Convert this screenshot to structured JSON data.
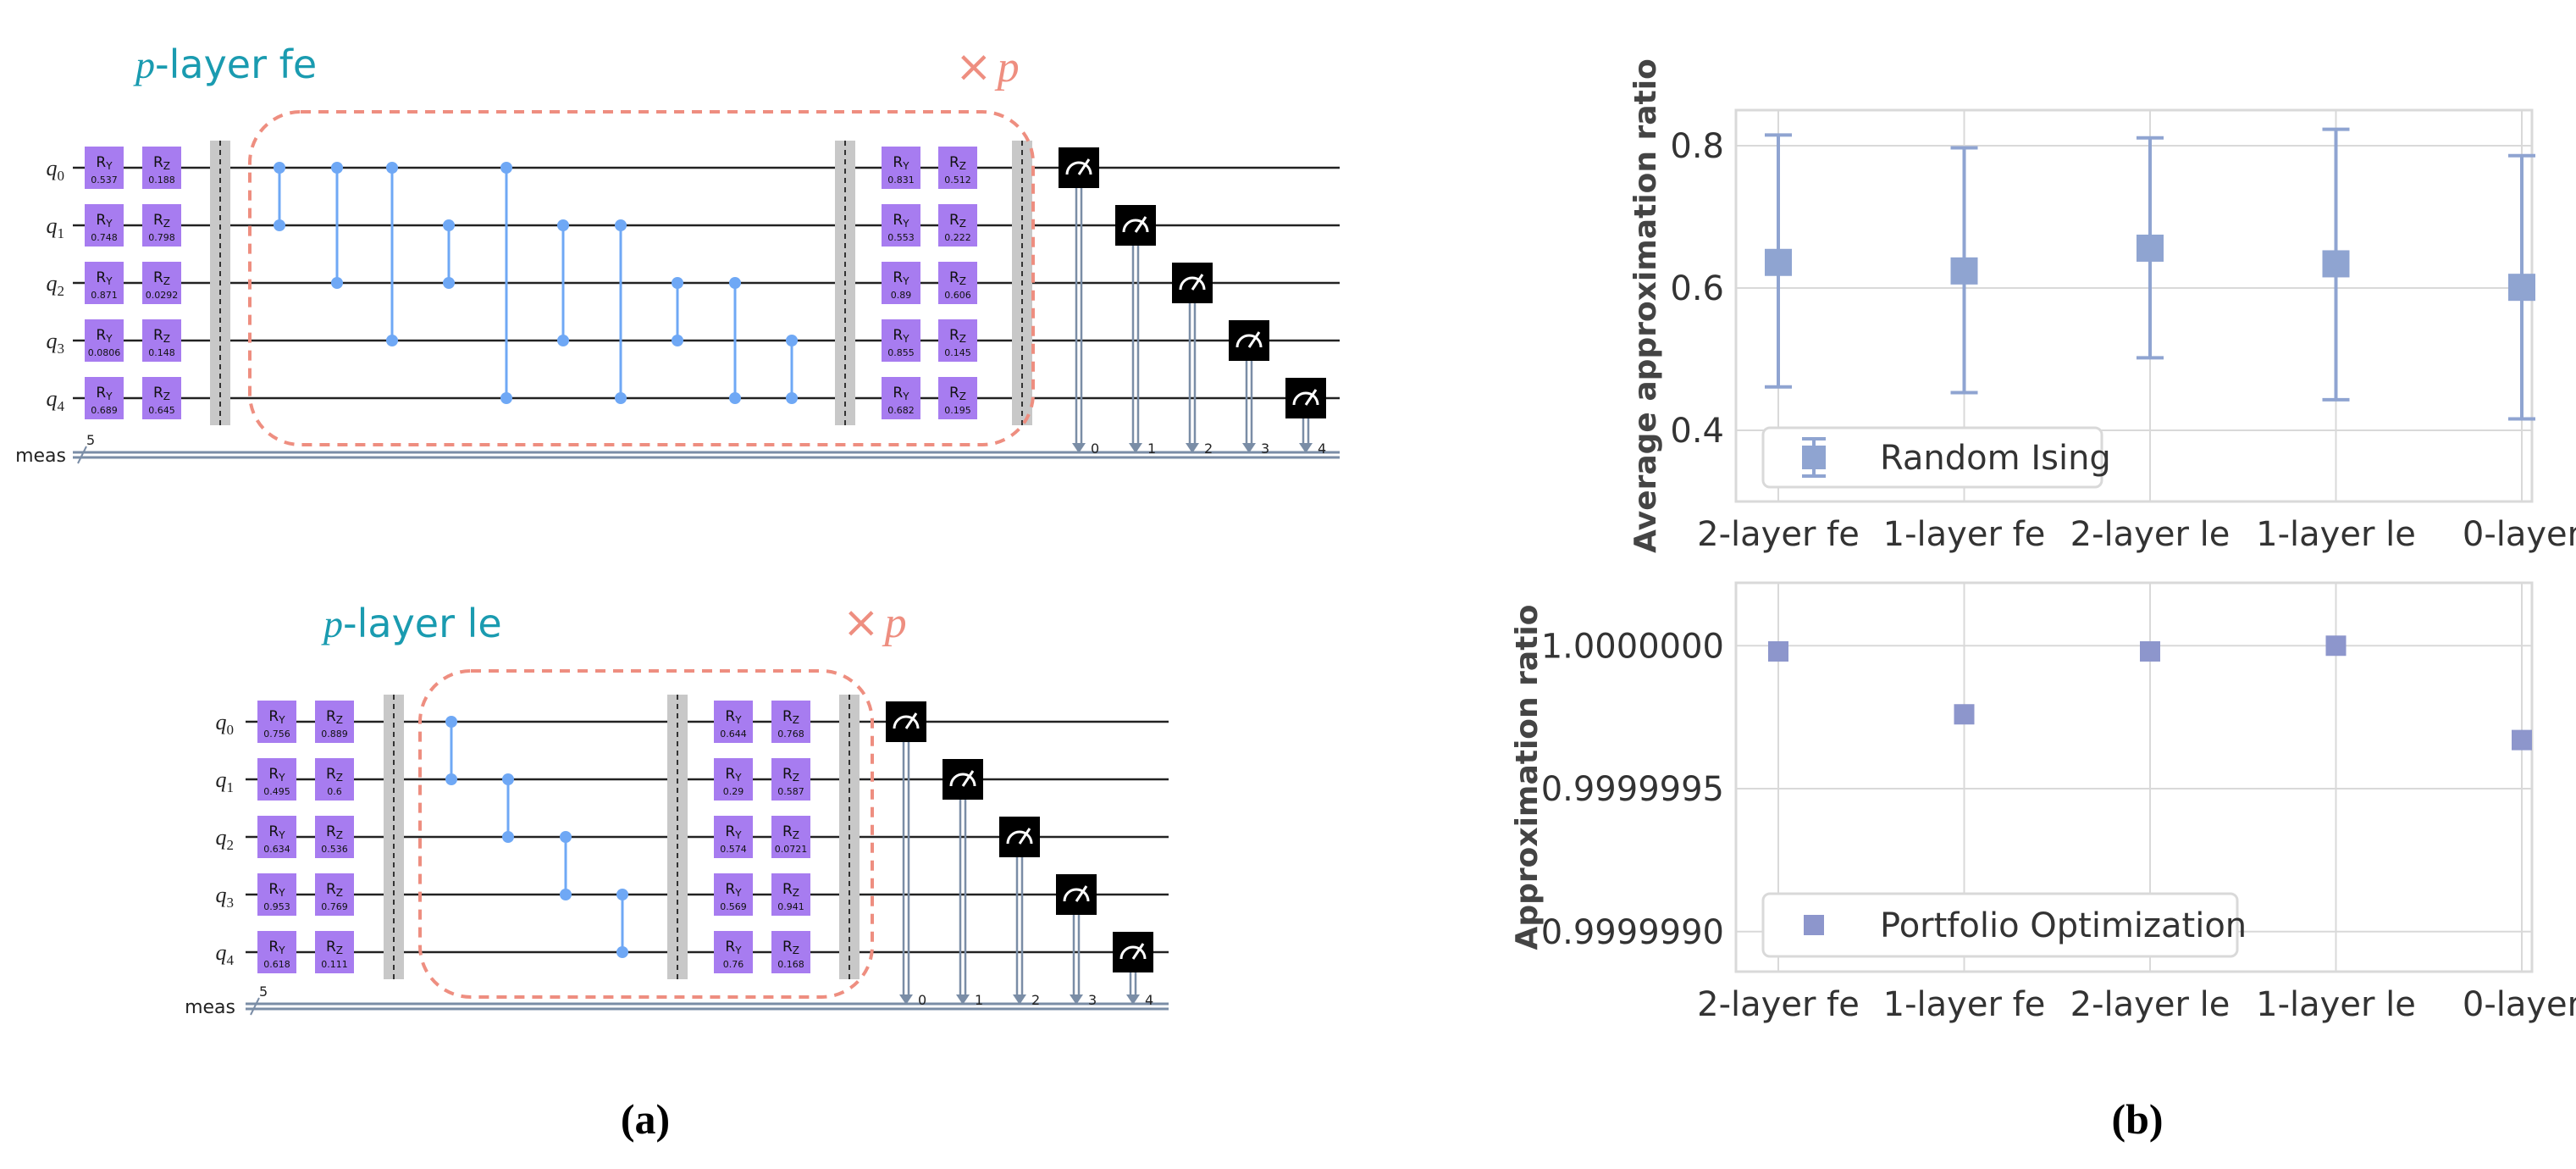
{
  "colors": {
    "teal": "#1a9bb0",
    "salmon": "#ee8e80",
    "gate": "#a77cf0",
    "control": "#6fa8f5",
    "marker_top": "#8fa4d1",
    "marker_bottom": "#8d96cc",
    "grid": "#d9d9d9",
    "wire": "#222222",
    "classical": "#7a8da6",
    "barrier": "#c8c8c8"
  },
  "panel_a": {
    "label": "(a)",
    "circuits": [
      {
        "title_p": "p",
        "title_rest": "-layer  fe",
        "repeat_times": "×",
        "repeat_p": "p",
        "qubit_labels": [
          "q",
          "q",
          "q",
          "q",
          "q"
        ],
        "qubit_subs": [
          "0",
          "1",
          "2",
          "3",
          "4"
        ],
        "meas_label": "meas",
        "meas_count": "5",
        "gate_ry": "R",
        "gate_ry_sub": "Y",
        "gate_rz": "R",
        "gate_rz_sub": "Z",
        "ry_in": [
          "0.537",
          "0.748",
          "0.871",
          "0.0806",
          "0.689"
        ],
        "rz_in": [
          "0.188",
          "0.798",
          "0.0292",
          "0.148",
          "0.645"
        ],
        "ry_out": [
          "0.831",
          "0.553",
          "0.89",
          "0.855",
          "0.682"
        ],
        "rz_out": [
          "0.512",
          "0.222",
          "0.606",
          "0.145",
          "0.195"
        ],
        "meas_indices": [
          "0",
          "1",
          "2",
          "3",
          "4"
        ],
        "cz_pairs": [
          [
            0,
            1
          ],
          [
            0,
            2
          ],
          [
            0,
            3
          ],
          [
            1,
            2
          ],
          [
            0,
            4
          ],
          [
            1,
            3
          ],
          [
            1,
            4
          ],
          [
            2,
            3
          ],
          [
            2,
            4
          ],
          [
            3,
            4
          ]
        ]
      },
      {
        "title_p": "p",
        "title_rest": "-layer  le",
        "repeat_times": "×",
        "repeat_p": "p",
        "qubit_labels": [
          "q",
          "q",
          "q",
          "q",
          "q"
        ],
        "qubit_subs": [
          "0",
          "1",
          "2",
          "3",
          "4"
        ],
        "meas_label": "meas",
        "meas_count": "5",
        "gate_ry": "R",
        "gate_ry_sub": "Y",
        "gate_rz": "R",
        "gate_rz_sub": "Z",
        "ry_in": [
          "0.756",
          "0.495",
          "0.634",
          "0.953",
          "0.618"
        ],
        "rz_in": [
          "0.889",
          "0.6",
          "0.536",
          "0.769",
          "0.111"
        ],
        "ry_out": [
          "0.644",
          "0.29",
          "0.574",
          "0.569",
          "0.76"
        ],
        "rz_out": [
          "0.768",
          "0.587",
          "0.0721",
          "0.941",
          "0.168"
        ],
        "meas_indices": [
          "0",
          "1",
          "2",
          "3",
          "4"
        ],
        "cz_pairs": [
          [
            0,
            1
          ],
          [
            1,
            2
          ],
          [
            2,
            3
          ],
          [
            3,
            4
          ]
        ]
      }
    ]
  },
  "panel_b": {
    "label": "(b)"
  },
  "chart_data": [
    {
      "type": "scatter",
      "error_bars": true,
      "ylabel": "Average approximation ratio",
      "categories": [
        "2-layer fe",
        "1-layer fe",
        "2-layer le",
        "1-layer le",
        "0-layer"
      ],
      "yticks": [
        "0.4",
        "0.6",
        "0.8"
      ],
      "ylim": [
        0.3,
        0.85
      ],
      "grid": true,
      "legend_position": "bottom-left",
      "series": [
        {
          "name": "Random Ising",
          "values": [
            0.636,
            0.624,
            0.656,
            0.634,
            0.601
          ],
          "err_low": [
            0.461,
            0.453,
            0.502,
            0.443,
            0.416
          ],
          "err_high": [
            0.815,
            0.797,
            0.811,
            0.823,
            0.786
          ]
        }
      ]
    },
    {
      "type": "scatter",
      "ylabel": "Approximation ratio",
      "categories": [
        "2-layer fe",
        "1-layer fe",
        "2-layer le",
        "1-layer le",
        "0-layer"
      ],
      "yticks": [
        "0.9999990",
        "0.9999995",
        "1.0000000"
      ],
      "ylim": [
        0.99999886,
        1.00000022
      ],
      "grid": true,
      "legend_position": "bottom-left",
      "series": [
        {
          "name": "Portfolio Optimization",
          "values": [
            0.99999998,
            0.99999976,
            0.99999998,
            1.0,
            0.99999967
          ]
        }
      ]
    }
  ]
}
